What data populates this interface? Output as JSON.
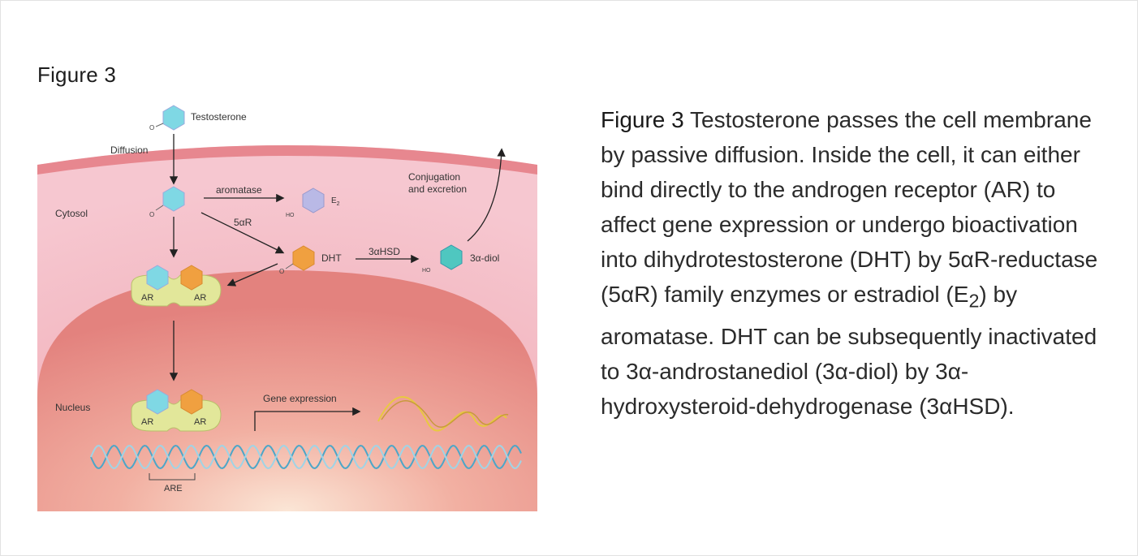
{
  "figure_label": "Figure 3",
  "caption": {
    "lead": "Figure 3",
    "text": "Testosterone passes the cell membrane by passive diffusion. Inside the cell, it can either bind directly to the androgen receptor (AR) to affect gene expression or undergo bioactivation into dihydrotestosterone (DHT) by 5αR-reductase (5αR) family enzymes or estradiol (E2) by aromatase. DHT can be subsequently inactivated to 3α-androstanediol (3α-diol) by 3α-hydroxysteroid-dehydrogenase (3αHSD).",
    "part1": "Testosterone passes the cell membrane by passive diffusion. Inside the cell, it can either bind directly to the androgen receptor (AR) to affect gene expression or undergo bioactivation into dihydrotestosterone (DHT) by 5",
    "alpha": "α",
    "part2": "R-reductase (5",
    "part3": "R) family enzymes or estradiol (E",
    "sub2": "2",
    "part4": ") by aromatase. DHT can be subsequently inactivated to 3",
    "part5": "-androstanediol (3",
    "part6": "-diol) by 3",
    "part7": "-hydroxysteroid-dehydrogenase (3",
    "part8": "HSD)."
  },
  "diagram": {
    "testosterone": "Testosterone",
    "diffusion": "Diffusion",
    "cytosol": "Cytosol",
    "aromatase": "aromatase",
    "e2": "E",
    "e2_sub": "2",
    "five_ar": "5αR",
    "conjugation_line1": "Conjugation",
    "conjugation_line2": "and excretion",
    "dht": "DHT",
    "three_ahsd": "3αHSD",
    "three_a_diol": "3α-diol",
    "ar": "AR",
    "nucleus": "Nucleus",
    "gene_expression": "Gene expression",
    "are": "ARE",
    "ho": "HO",
    "o": "O",
    "colors": {
      "testosterone": "#7fd8e4",
      "dht": "#f0a040",
      "e2": "#b9b9e6",
      "diol": "#4fc7c0",
      "receptor": "#e2e79a"
    }
  }
}
